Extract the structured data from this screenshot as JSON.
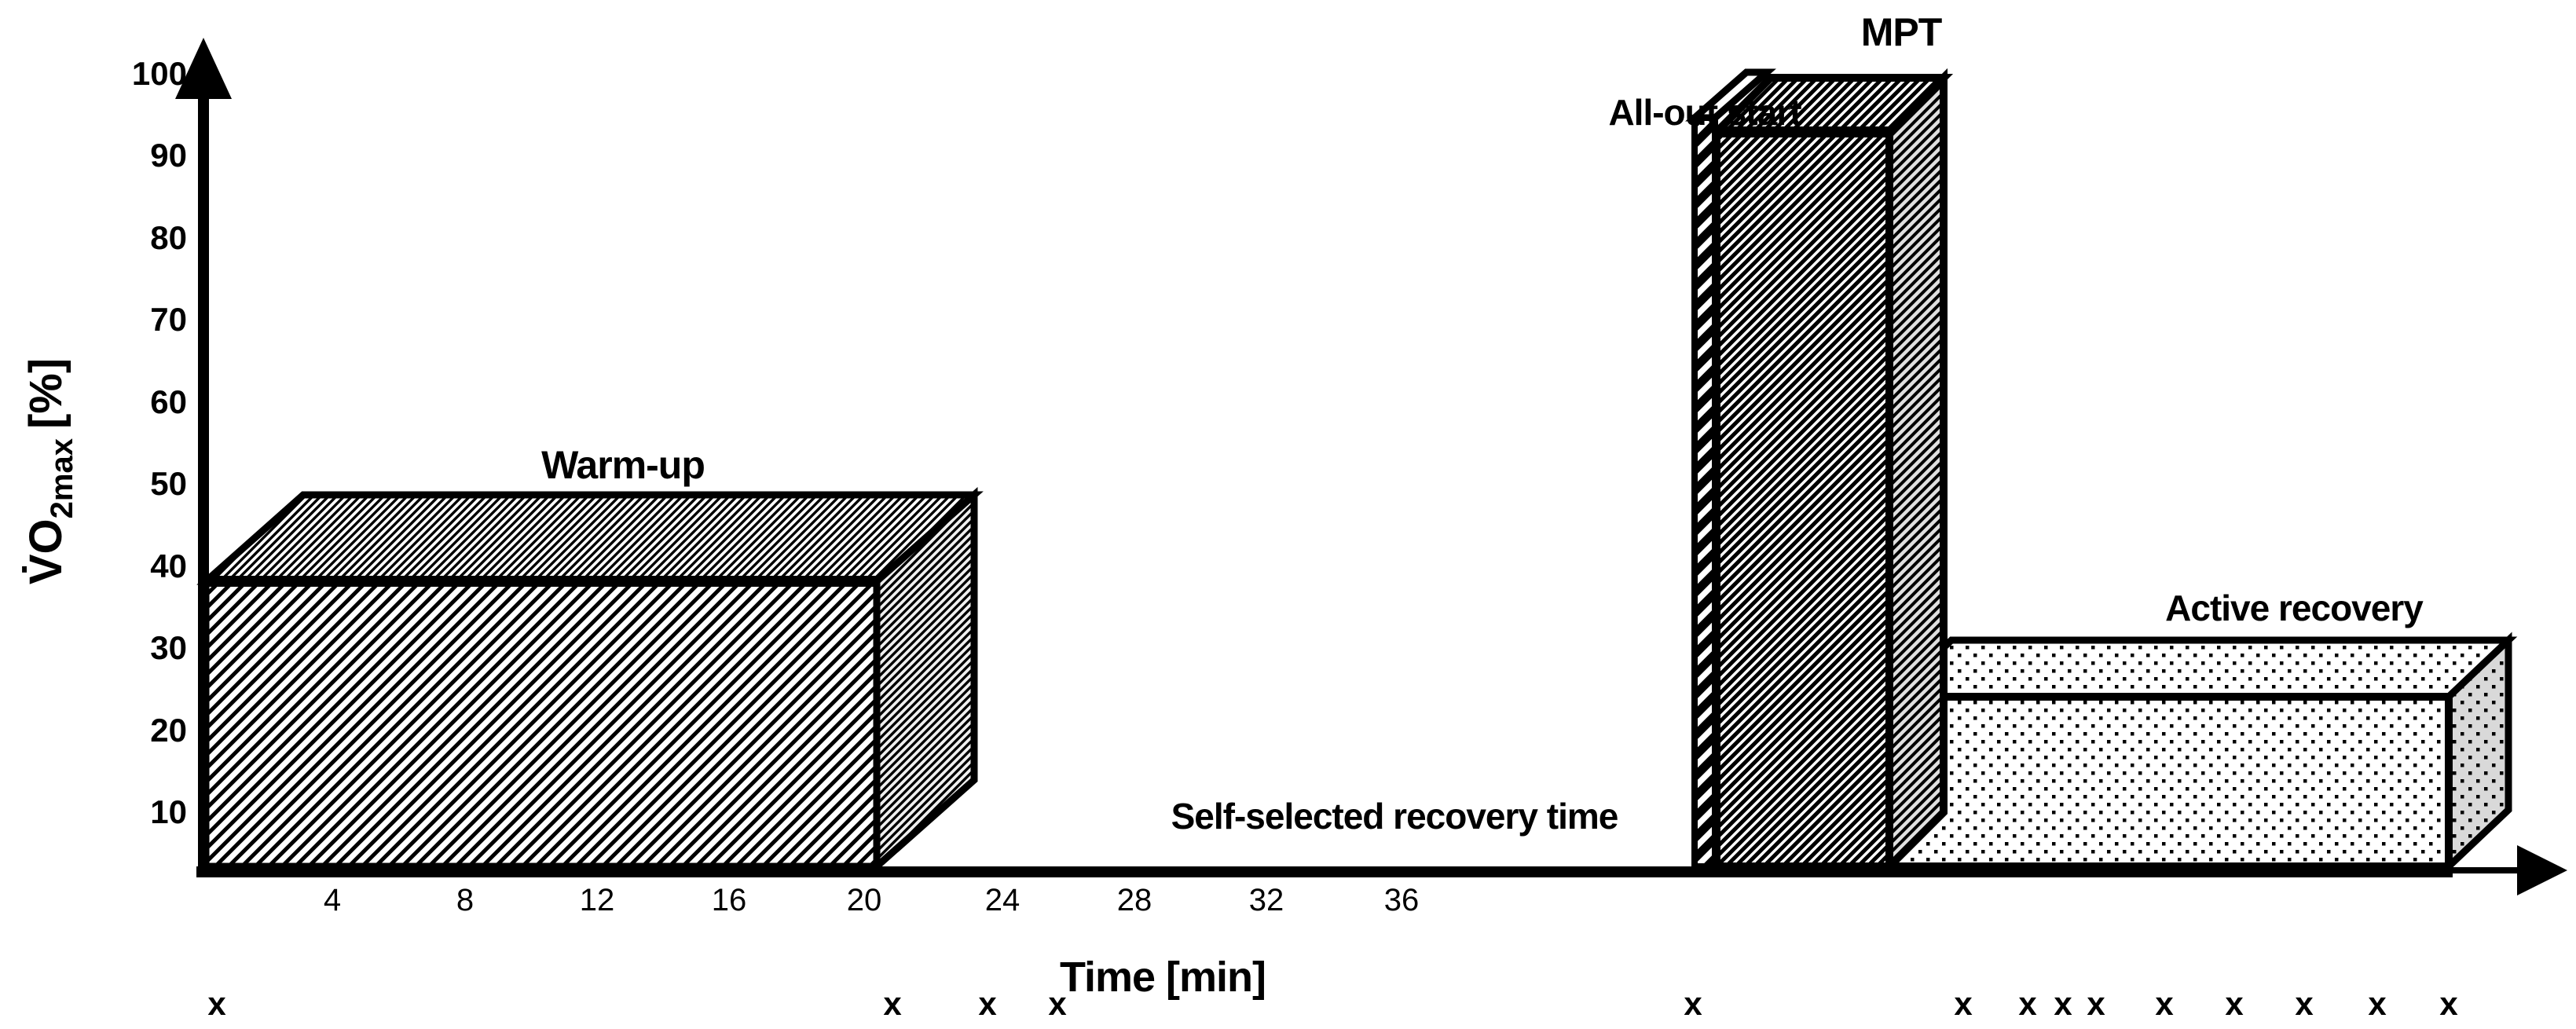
{
  "y_axis": {
    "title_main": "V̇O",
    "title_sub": "2max",
    "title_unit": "[%]",
    "ticks": [
      "100",
      "90",
      "80",
      "70",
      "60",
      "50",
      "40",
      "30",
      "20",
      "10"
    ]
  },
  "x_axis": {
    "label": "Time [min]",
    "ticks": [
      "4",
      "8",
      "12",
      "16",
      "20",
      "24",
      "28",
      "32",
      "36"
    ]
  },
  "phases": {
    "warmup_label": "Warm-up",
    "recovery_annotation": "Self-selected recovery time",
    "allout_label": "All-out start",
    "mpt_label": "MPT",
    "active_label": "Active recovery"
  },
  "marks": {
    "symbol": "x"
  },
  "colors": {
    "ink": "#000000",
    "paper": "#ffffff",
    "warmup_side_gray": "#efefef",
    "mpt_side_gray": "#e0e0e0",
    "active_side_gray": "#d9d9d9"
  },
  "chart_data": {
    "type": "bar",
    "xlabel": "Time [min]",
    "ylabel": "V̇O2max [%]",
    "ylim": [
      0,
      100
    ],
    "xlim": [
      0,
      70
    ],
    "y_ticks": [
      10,
      20,
      30,
      40,
      50,
      60,
      70,
      80,
      90,
      100
    ],
    "x_ticks": [
      4,
      8,
      12,
      16,
      20,
      24,
      28,
      32,
      36
    ],
    "grid": false,
    "legend": "none",
    "phases": [
      {
        "label": "Warm-up",
        "start_min": 0,
        "end_min": 20,
        "intensity_front_pct": 38,
        "intensity_back_pct": 50,
        "pattern": "fine-diagonal-hatch"
      },
      {
        "label": "Self-selected recovery time",
        "start_min": 21,
        "end_min": 44,
        "intensity_front_pct": 0,
        "intensity_back_pct": 0,
        "pattern": "none",
        "note": "text annotation above axis"
      },
      {
        "label": "All-out start",
        "start_min": 44.5,
        "end_min": 45.1,
        "intensity_front_pct": 94,
        "intensity_back_pct": 100,
        "pattern": "bold-diagonal-stripes"
      },
      {
        "label": "MPT",
        "start_min": 45.2,
        "end_min": 50.4,
        "intensity_front_pct": 92,
        "intensity_back_pct": 100,
        "pattern": "dense-diagonal-hatch"
      },
      {
        "label": "Active recovery",
        "start_min": 50.4,
        "end_min": 67,
        "intensity_front_pct": 22,
        "intensity_back_pct": 30,
        "pattern": "dots"
      }
    ],
    "sample_marks_times_min": [
      0.5,
      20.5,
      23.5,
      25.5,
      44.5,
      52.5,
      54.5,
      55.5,
      56.5,
      58.5,
      60.5,
      62.5,
      65,
      67
    ]
  }
}
